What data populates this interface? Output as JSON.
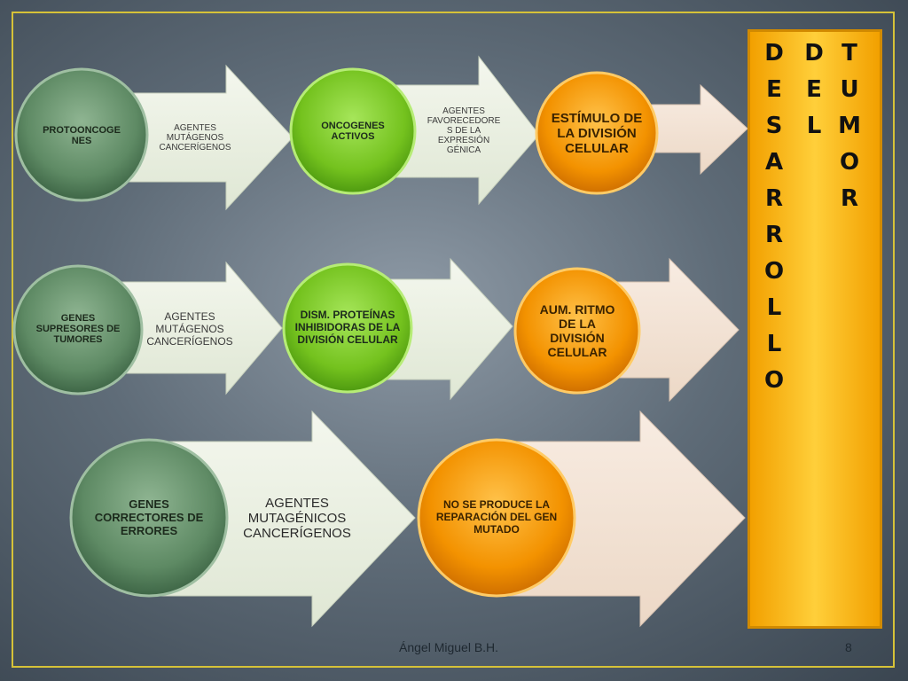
{
  "row1": {
    "circle1": "PROTOONCOGE NES",
    "arrow1": "AGENTES MUTÁGENOS CANCERÍGENOS",
    "circle2": "ONCOGENES ACTIVOS",
    "arrow2": "AGENTES FAVORECEDORE S DE LA EXPRESIÓN GÉNICA",
    "circle3": "ESTÍMULO DE LA DIVISIÓN CELULAR"
  },
  "row2": {
    "circle1": "GENES SUPRESORES DE TUMORES",
    "arrow1": "AGENTES MUTÁGENOS CANCERÍGENOS",
    "circle2": "DISM. PROTEÍNAS INHIBIDORAS DE LA DIVISIÓN CELULAR",
    "circle3": "AUM. RITMO DE LA DIVISIÓN CELULAR"
  },
  "row3": {
    "circle1": "GENES CORRECTORES DE ERRORES",
    "arrow1": "AGENTES MUTAGÉNICOS CANCERÍGENOS",
    "circle2": "NO SE PRODUCE LA REPARACIÓN DEL GEN MUTADO"
  },
  "title_columns": {
    "col1": [
      "D",
      "E",
      "S",
      "A",
      "R",
      "R",
      "O",
      "L",
      "L",
      "O"
    ],
    "col2": [
      "D",
      "E",
      "L"
    ],
    "col3": [
      "T",
      "U",
      "M",
      "O",
      "R"
    ]
  },
  "footer": {
    "author": "Ángel Miguel B.H.",
    "page": "8"
  },
  "colors": {
    "green_dark": "#5e8a64",
    "green_bright": "#7ccd28",
    "orange": "#f08a00",
    "arrow_fill": "#e8eddf",
    "panel": "#ffbf1a"
  }
}
